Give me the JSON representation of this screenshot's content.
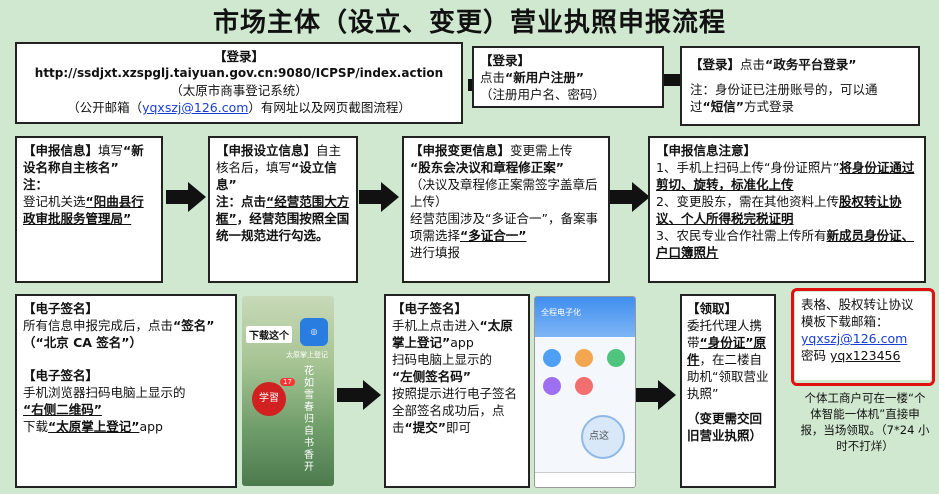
{
  "title": "市场主体（设立、变更）营业执照申报流程",
  "login": {
    "heading": "【登录】",
    "url": "http://ssdjxt.xzspglj.taiyuan.gov.cn:9080/ICPSP/index.action",
    "system": "（太原市商事登记系统）",
    "mail_prefix": "（公开邮箱（",
    "mail": "yqxszj@126.com",
    "mail_suffix": "）有网址以及网页截图流程）"
  },
  "register": {
    "heading": "【登录】",
    "line1_prefix": "点击",
    "line1_bold": "“新用户注册”",
    "line2": "（注册用户名、密码）"
  },
  "gov_login": {
    "heading": "【登录】",
    "prefix": "点击",
    "bold": "“政务平台登录”",
    "note": "注：身份证已注册账号的，可以通过",
    "note_bold": "“短信”",
    "note_suffix": "方式登录"
  },
  "info_name": {
    "heading": "【申报信息】",
    "text1": "填写",
    "bold1": "“新设名称自主核名”",
    "note": "注：",
    "text2": "登记机关选",
    "under": "“阳曲县行政审批服务管理局”"
  },
  "info_setup": {
    "heading": "【申报设立信息】",
    "text1": "自主核名后，填写",
    "bold1": "“设立信息”",
    "note": "注：点击",
    "under": "“经营范围大方框”",
    "bold2": "，经营范围按照全国统一规范进行勾选。"
  },
  "info_change": {
    "heading": "【申报变更信息】",
    "text1": "变更需上传",
    "bold1": "“股东会决议和章程修正案”",
    "text2": "（决议及章程修正案需签字盖章后上传）",
    "text3": "经营范围涉及“多证合一”，备案事项需选择",
    "under": "“多证合一”",
    "text4": "进行填报"
  },
  "notes": {
    "heading": "【申报信息注意】",
    "n1_text": "1、手机上扫码上传“身份证照片”",
    "n1_under": "将身份证通过剪切、旋转，标准化上传",
    "n2_text": "2、变更股东，需在其他资料上传",
    "n2_under": "股权转让协议、个人所得税完税证明",
    "n3_text": "3、农民专业合作社需上传所有",
    "n3_under": "新成员身份证、户口簿照片"
  },
  "esign1": {
    "heading": "【电子签名】",
    "text1": "所有信息申报完成后，点击",
    "bold1": "“签名”",
    "bold2": "（“北京 CA 签名”）",
    "heading2": "【电子签名】",
    "text2": "手机浏览器扫码电脑上显示的",
    "under1": "“右侧二维码”",
    "text3": "下载",
    "under2": "“太原掌上登记”",
    "text4": "app"
  },
  "phone1": {
    "download_label": "下载这个",
    "app_name": "太原掌上登记",
    "poem": "花如雪 春归 自 书香 开",
    "badge": "17",
    "logo": "学習"
  },
  "esign2": {
    "heading": "【电子签名】",
    "text1": "手机上点击进入",
    "bold1": "“太原掌上登记”",
    "text2": "app",
    "text3": "扫码电脑上显示的",
    "bold2": "“左侧签名码”",
    "text4": "按照提示进行电子签名",
    "text5": "全部签名成功后，点击",
    "bold3": "“提交”",
    "text6": "即可"
  },
  "phone2": {
    "app_title": "全程电子化",
    "tap_label": "点这"
  },
  "receive": {
    "heading": "【领取】",
    "text1": "委托代理人携带",
    "under1": "“身份证”原件",
    "text2": "，在二楼自助机“领取营业执照”",
    "bold": "（变更需交回旧营业执照）"
  },
  "download": {
    "text1": "表格、股权转让协议模板下载邮箱：",
    "mail": "yqxszj@126.com",
    "pwd_label": "密码",
    "pwd": "yqx123456"
  },
  "individual": {
    "text": "个体工商户可在一楼“个体智能一体机”直接申报，当场领取。（7*24 小时不打烊）"
  }
}
